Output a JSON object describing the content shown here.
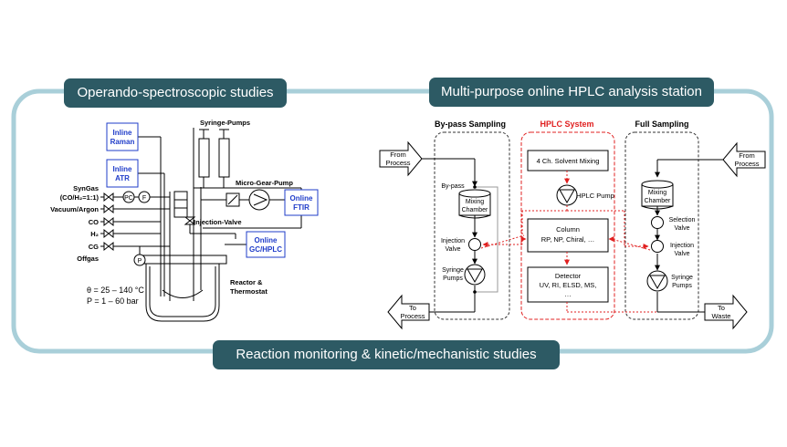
{
  "banners": {
    "left": "Operando-spectroscopic studies",
    "right": "Multi-purpose online HPLC analysis station",
    "bottom": "Reaction monitoring & kinetic/mechanistic studies"
  },
  "reactor": {
    "inline_raman": [
      "Inline",
      "Raman"
    ],
    "inline_atr": [
      "Inline",
      "ATR"
    ],
    "syringe_pumps": "Syringe-Pumps",
    "micro_gear_pump": "Micro-Gear-Pump",
    "online_ftir": [
      "Online",
      "FTIR"
    ],
    "online_gc_hplc": [
      "Online",
      "GC/HPLC"
    ],
    "injection_valve": "Injection-Valve",
    "reactor_thermostat": [
      "Reactor &",
      "Thermostat"
    ],
    "gas_lines": [
      "SynGas",
      "(CO/H₂=1:1)",
      "Vacuum/Argon",
      "CO",
      "H₂",
      "CG",
      "Offgas"
    ],
    "pc": "PC",
    "f": "F",
    "p": "P",
    "theta": "θ = 25 – 140 °C",
    "pressure": "P = 1 – 60 bar"
  },
  "hplc": {
    "bypass_title": "By-pass Sampling",
    "system_title": "HPLC System",
    "full_title": "Full Sampling",
    "from_process": [
      "From",
      "Process"
    ],
    "to_process": [
      "To",
      "Process"
    ],
    "to_waste": [
      "To",
      "Waste"
    ],
    "by_pass": "By-pass",
    "mixing_chamber": [
      "Mixing",
      "Chamber"
    ],
    "injection_valve": [
      "Injection",
      "Valve"
    ],
    "syringe_pumps": [
      "Syringe",
      "Pumps"
    ],
    "selection_valve": [
      "Selection",
      "Valve"
    ],
    "solvent_mixing": "4 Ch. Solvent Mixing",
    "hplc_pump": "HPLC Pump",
    "column": [
      "Column",
      "RP, NP, Chiral, …"
    ],
    "detector": [
      "Detector",
      "UV, RI, ELSD, MS,",
      "…"
    ]
  },
  "colors": {
    "banner": "#2d5a64",
    "frame": "#a9cfd9",
    "hplc_red": "#e02020",
    "label_blue": "#1f3cc9"
  }
}
